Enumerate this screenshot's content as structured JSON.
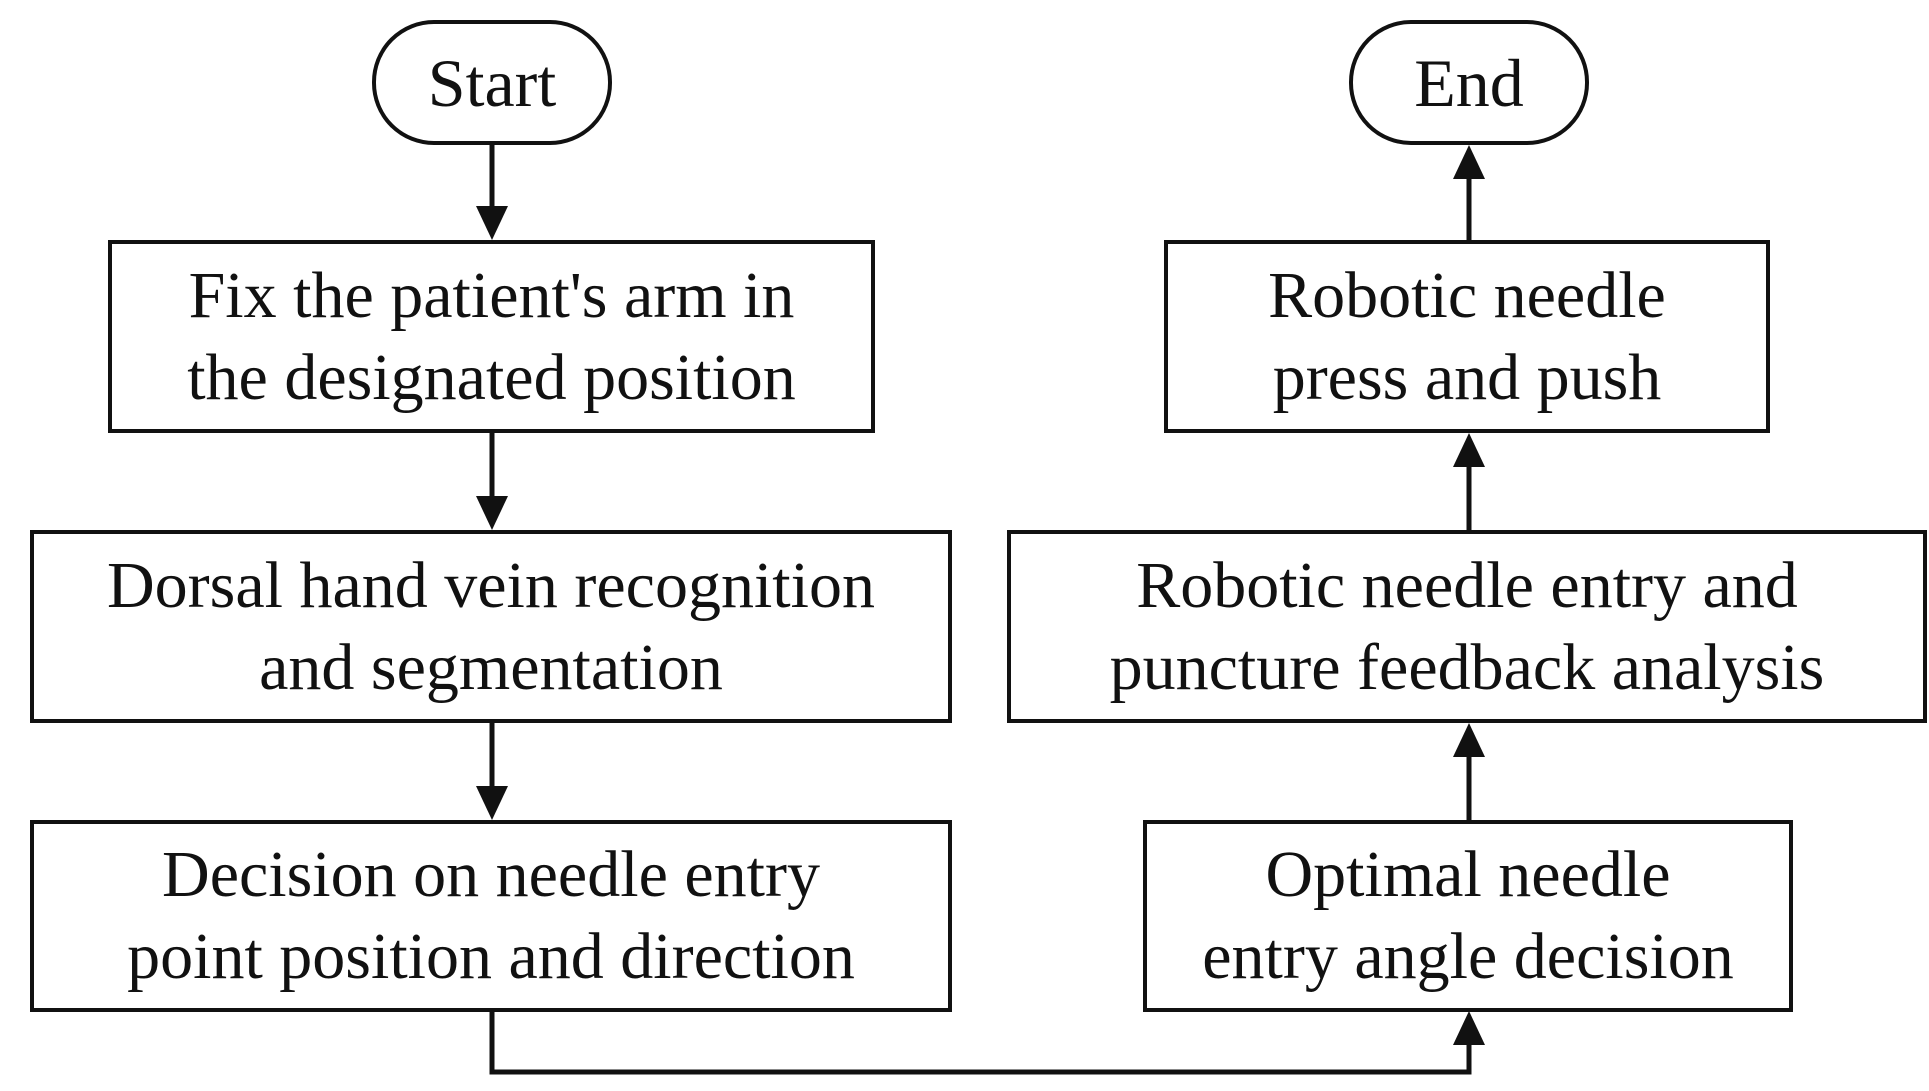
{
  "diagram": {
    "start": {
      "label": "Start"
    },
    "end": {
      "label": "End"
    },
    "left_column": [
      {
        "line1": "Fix the patient's arm in",
        "line2": "the designated position"
      },
      {
        "line1": "Dorsal hand vein recognition",
        "line2": "and segmentation"
      },
      {
        "line1": "Decision on needle entry",
        "line2": "point position and direction"
      }
    ],
    "right_column": [
      {
        "line1": "Robotic needle",
        "line2": "press and push"
      },
      {
        "line1": "Robotic needle entry and",
        "line2": "puncture feedback analysis"
      },
      {
        "line1": "Optimal needle",
        "line2": "entry angle decision"
      }
    ]
  },
  "colors": {
    "stroke": "#111111",
    "background": "#ffffff",
    "text": "#111111"
  }
}
